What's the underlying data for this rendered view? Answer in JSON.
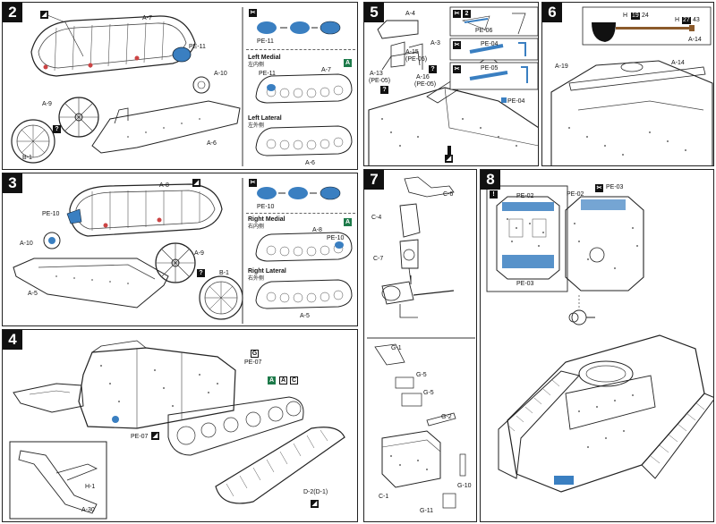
{
  "steps": {
    "s2": {
      "num": "2",
      "labels": {
        "a7": "A-7",
        "pe11": "PE-11",
        "a10": "A-10",
        "a9": "A-9",
        "b1": "B-1",
        "a6": "A-6"
      },
      "box": {
        "pe": "PE-11",
        "medial": "Left Medial",
        "medial_cn": "左内侧",
        "a7": "A-7",
        "pe11b": "PE-11",
        "lateral": "Left Lateral",
        "lateral_cn": "左外侧",
        "a6": "A-6"
      }
    },
    "s3": {
      "num": "3",
      "labels": {
        "a8": "A-8",
        "pe10": "PE-10",
        "a10": "A-10",
        "a9": "A-9",
        "b1": "B-1",
        "a5": "A-5"
      },
      "box": {
        "pe": "PE-10",
        "medial": "Right Medial",
        "medial_cn": "右内侧",
        "a8": "A-8",
        "pe10b": "PE-10",
        "lateral": "Right Lateral",
        "lateral_cn": "右外侧",
        "a5": "A-5"
      }
    },
    "s4": {
      "num": "4",
      "labels": {
        "pe07a": "PE-07",
        "pe07b": "PE-07",
        "h1": "H-1",
        "a30": "A-30",
        "d2": "D-2(D-1)"
      }
    },
    "s5": {
      "num": "5",
      "labels": {
        "a4": "A-4",
        "a3": "A-3",
        "a15": "A-15",
        "pe05a": "(PE-05)",
        "a13": "A-13",
        "pe05b": "(PE-05)",
        "a16": "A-16",
        "pe05c": "(PE-05)",
        "pe04b": "PE-04"
      },
      "boxes": {
        "pe06": "PE-06",
        "pe04": "PE-04",
        "pe05": "PE-05"
      }
    },
    "s6": {
      "num": "6",
      "labels": {
        "a19": "A-19",
        "a14": "A-14",
        "a14b": "A-14",
        "h1": "H",
        "v1": "19",
        "v1b": "24",
        "h2": "H",
        "v2": "27",
        "v2b": "43"
      }
    },
    "s7": {
      "num": "7",
      "labels": {
        "c6": "C-6",
        "c4": "C-4",
        "c7": "C-7",
        "g1": "G-1",
        "g5": "G-5",
        "g3": "G-5",
        "g2": "G-2",
        "g10": "G-10",
        "g11": "G-11",
        "c1": "C-1"
      }
    },
    "s8": {
      "num": "8",
      "labels": {
        "pe02": "PE-02",
        "pe03": "PE-03",
        "pe02b": "PE-02",
        "pe03b": "PE-03"
      }
    }
  },
  "colors": {
    "accent_blue": "#3a7fc1",
    "ink": "#111111",
    "green": "#1d7a4a"
  }
}
